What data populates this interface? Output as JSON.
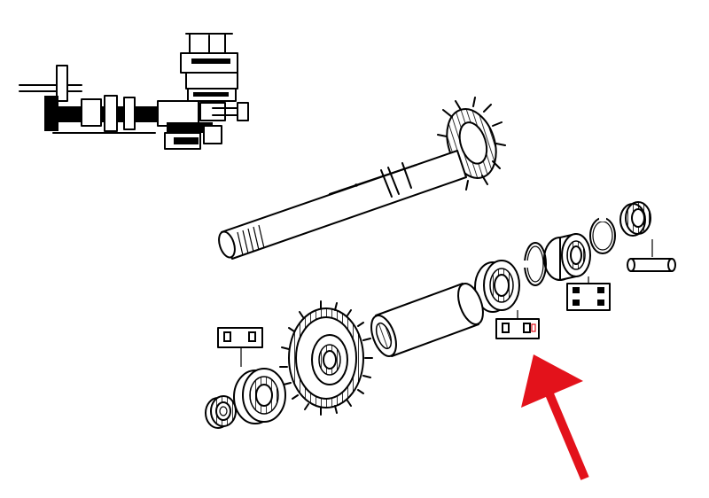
{
  "diagram": {
    "kind": "exploded-parts-view",
    "components": [
      "gearbox-assembly-overview",
      "input-shaft-with-bevel-pinion",
      "needle-roller-bearing",
      "retaining-circlip",
      "roller-bearing-cage",
      "bearing-part-outline",
      "distance-sleeve",
      "circlip",
      "ball-bearing",
      "bearing-part-outline-highlighted",
      "spacer-tube",
      "spur-gear",
      "ball-bearing",
      "bearing-part-outline",
      "lock-nut",
      "locating-pin"
    ],
    "highlight": {
      "target": "bearing-part-outline-highlighted",
      "marker": "arrow",
      "color": "#e3121b"
    },
    "colors": {
      "line": "#000000",
      "background": "#ffffff"
    }
  }
}
